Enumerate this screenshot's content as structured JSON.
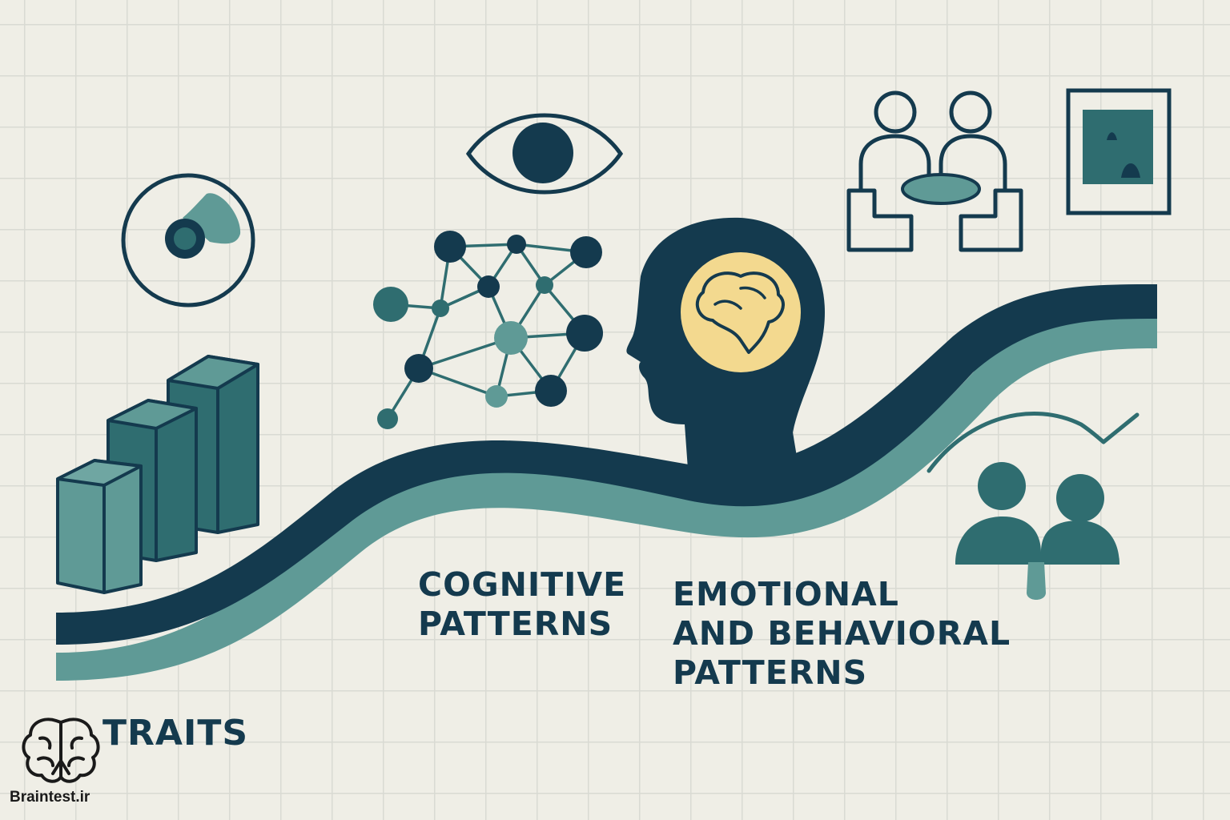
{
  "labels": {
    "cognitive": [
      "COGNITIVE",
      "PATTERNS"
    ],
    "emotional": [
      "EMOTIONAL",
      "AND BEHAVIORAL",
      "PATTERNS"
    ],
    "traits": "TRAITS"
  },
  "brand": "Braintest.ir",
  "icons": [
    "radar-target-icon",
    "eye-icon",
    "network-icon",
    "head-brain-icon",
    "people-table-icon",
    "framed-picture-icon",
    "bar-blocks-icon",
    "trend-curve-icon",
    "people-group-icon",
    "brain-logo-icon"
  ],
  "colors": {
    "navy": "#143a4e",
    "teal": "#5f9a96",
    "teal_dark": "#2f6d70",
    "brain_yellow": "#f3d98f",
    "background": "#efeee6",
    "grid": "#d9dad3"
  }
}
